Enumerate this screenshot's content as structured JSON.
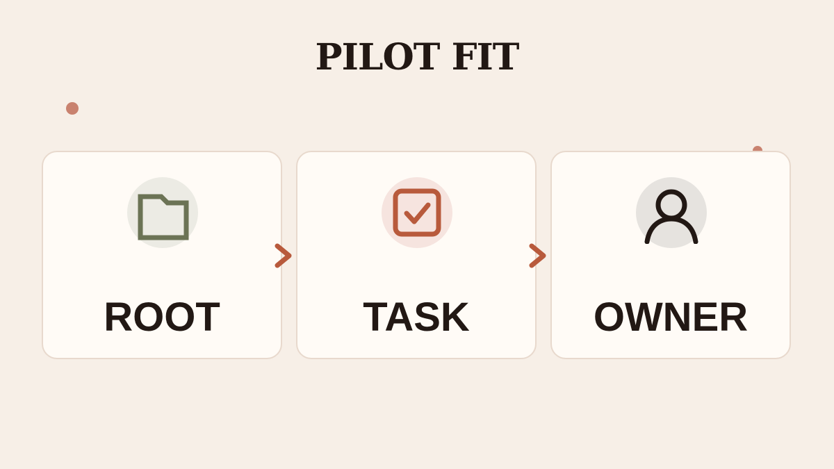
{
  "title": "PILOT FIT",
  "colors": {
    "background": "#f7efe7",
    "card": "#fffbf6",
    "card_border": "#e8d9cd",
    "accent": "#b85a3c",
    "olive": "#6b7355",
    "text": "#221814"
  },
  "cards": [
    {
      "label": "ROOT",
      "icon": "folder-icon",
      "icon_bg": "#ecebe4"
    },
    {
      "label": "TASK",
      "icon": "checkbox-icon",
      "icon_bg": "#f6e4df"
    },
    {
      "label": "OWNER",
      "icon": "user-icon",
      "icon_bg": "#e6e3df"
    }
  ],
  "connectors": [
    "chevron-right-icon",
    "chevron-right-icon"
  ]
}
